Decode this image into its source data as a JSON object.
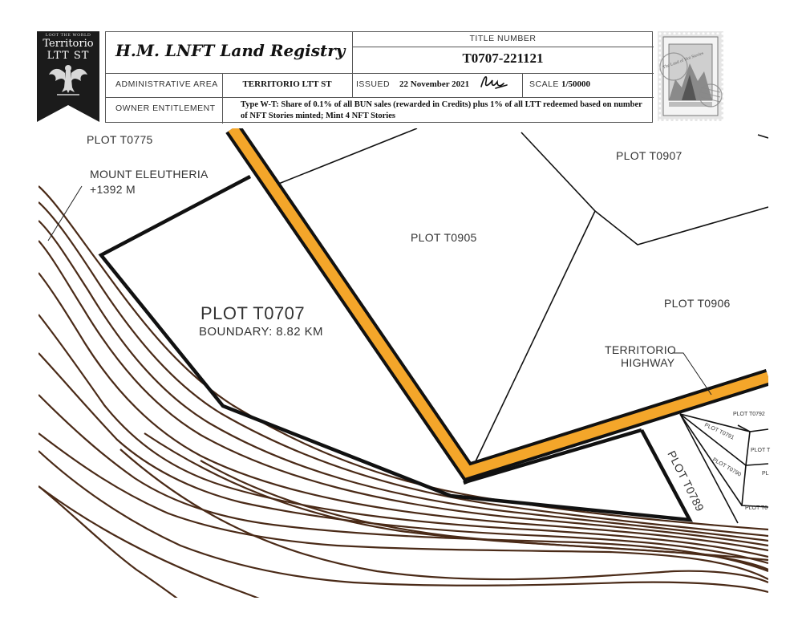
{
  "banner": {
    "caption": "LOOT THE WORLD",
    "line1": "Territorio",
    "line2": "LTT ST",
    "emblem": "eagle-crest-icon"
  },
  "header": {
    "registry_title": "H.M. LNFT Land Registry",
    "title_number_label": "TITLE NUMBER",
    "title_number": "T0707-221121",
    "admin_area_label": "ADMINISTRATIVE AREA",
    "admin_area_value": "TERRITORIO LTT ST",
    "issued_label": "ISSUED",
    "issued_value": "22 November 2021",
    "scale_label": "SCALE",
    "scale_value": "1/50000",
    "owner_label": "OWNER ENTITLEMENT",
    "owner_value": "Type W-T: Share of 0.1% of all BUN sales (rewarded in Credits) plus 1% of all LTT redeemed based on number of NFT Stories minted; Mint 4 NFT Stories"
  },
  "stamp": {
    "postmark": "The Land of Hot Stories",
    "icon": "postage-stamp-icon"
  },
  "map": {
    "colors": {
      "highway": "#f4a62a",
      "boundary": "#111111",
      "contour": "#4a2a17"
    },
    "labels": {
      "plot_t0775": "PLOT T0775",
      "mount_name": "MOUNT ELEUTHERIA",
      "mount_elev": "+1392 M",
      "plot_t0905": "PLOT T0905",
      "plot_t0907": "PLOT T0907",
      "plot_t0906": "PLOT T0906",
      "plot_t0707": "PLOT T0707",
      "boundary": "BOUNDARY: 8.82 KM",
      "highway_1": "TERRITORIO",
      "highway_2": "HIGHWAY",
      "plot_t0789": "PLOT T0789",
      "plot_t0792": "PLOT T0792",
      "plot_t0791": "PLOT T0791",
      "plot_t0790": "PLOT T0790",
      "plot_t07_cut_a": "PLOT T",
      "plot_t07_cut_b": "PL",
      "plot_t07_cut_c": "PLOT T0"
    }
  }
}
